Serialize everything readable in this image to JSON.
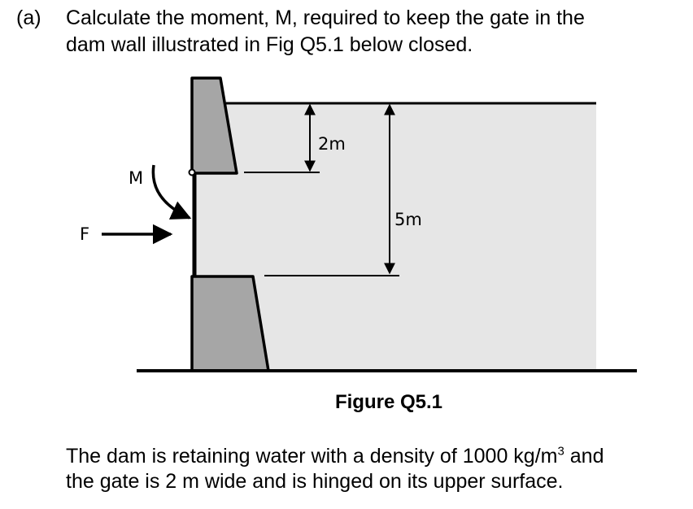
{
  "question": {
    "label": "(a)",
    "line1": "Calculate the moment, M, required to keep the gate in the",
    "line2": "dam wall illustrated in Fig Q5.1 below closed."
  },
  "diagram": {
    "labels": {
      "moment": "M",
      "force": "F",
      "dim_top": "2m",
      "dim_total": "5m"
    },
    "colors": {
      "water": "#e6e6e6",
      "concrete": "#a6a6a6",
      "line": "#000000"
    }
  },
  "figure_caption": "Figure Q5.1",
  "footer": {
    "line1_a": "The dam is retaining water with a density of 1000 kg/m",
    "line1_sup": "3",
    "line1_b": " and",
    "line2": "the gate is 2 m wide and is hinged on its upper surface."
  }
}
